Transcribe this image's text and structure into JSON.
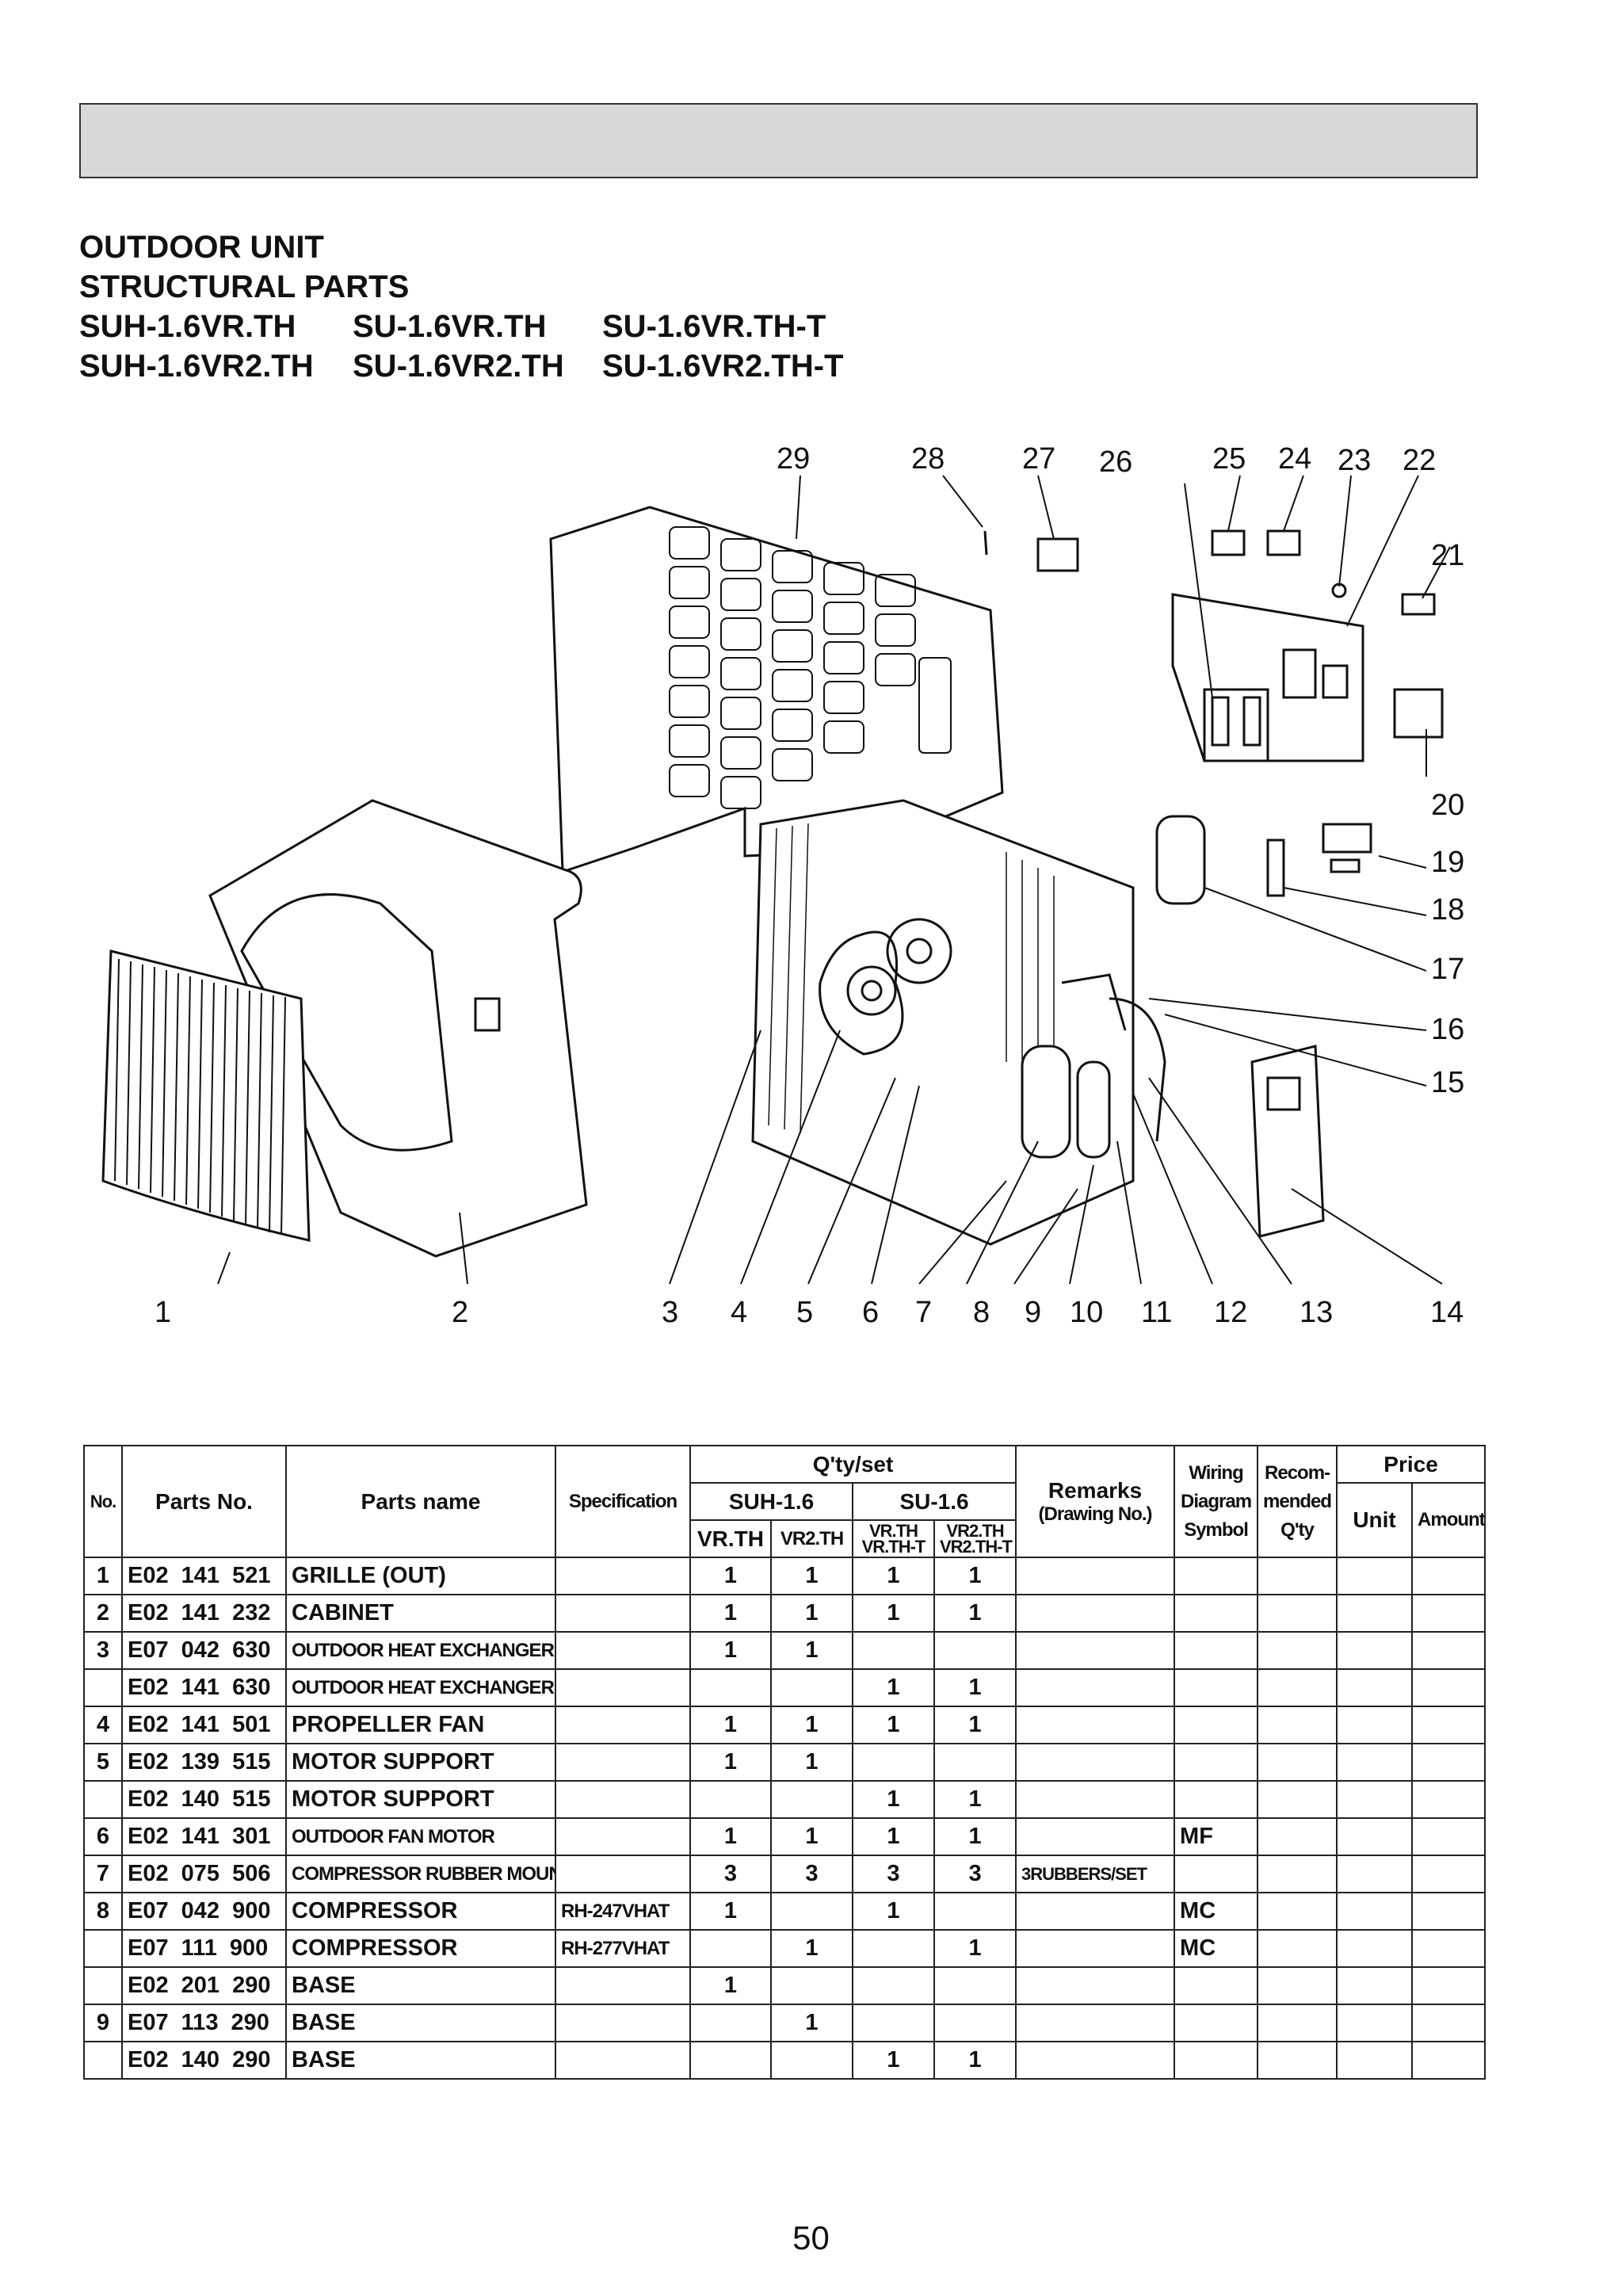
{
  "heading": {
    "line1": "OUTDOOR UNIT",
    "line2": "STRUCTURAL PARTS",
    "models_row1": [
      "SUH-1.6VR.TH",
      "SU-1.6VR.TH",
      "SU-1.6VR.TH-T"
    ],
    "models_row2": [
      "SUH-1.6VR2.TH",
      "SU-1.6VR2.TH",
      "SU-1.6VR2.TH-T"
    ]
  },
  "callouts": [
    "1",
    "2",
    "3",
    "4",
    "5",
    "6",
    "7",
    "8",
    "9",
    "10",
    "11",
    "12",
    "13",
    "14",
    "15",
    "16",
    "17",
    "18",
    "19",
    "20",
    "21",
    "22",
    "23",
    "24",
    "25",
    "26",
    "27",
    "28",
    "29"
  ],
  "table": {
    "headers": {
      "no": "No.",
      "parts_no": "Parts No.",
      "parts_name": "Parts name",
      "specification": "Specification",
      "qty_set": "Q'ty/set",
      "suh": "SUH-1.6",
      "su": "SU-1.6",
      "vr_th": "VR.TH",
      "vr2_th": "VR2.TH",
      "su_col1_a": "VR.TH",
      "su_col1_b": "VR.TH-T",
      "su_col2_a": "VR2.TH",
      "su_col2_b": "VR2.TH-T",
      "remarks": "Remarks",
      "remarks_sub": "(Drawing No.)",
      "wiring1": "Wiring",
      "wiring2": "Diagram",
      "wiring3": "Symbol",
      "recom1": "Recom-",
      "recom2": "mended",
      "recom3": "Q'ty",
      "price": "Price",
      "unit": "Unit",
      "amount": "Amount"
    },
    "rows": [
      {
        "no": "1",
        "part": "E02 141 521",
        "name": "GRILLE (OUT)",
        "spec": "",
        "q": [
          "1",
          "1",
          "1",
          "1"
        ],
        "remarks": "",
        "symbol": ""
      },
      {
        "no": "2",
        "part": "E02 141 232",
        "name": "CABINET",
        "spec": "",
        "q": [
          "1",
          "1",
          "1",
          "1"
        ],
        "remarks": "",
        "symbol": ""
      },
      {
        "no": "3",
        "part": "E07 042 630",
        "name": "OUTDOOR HEAT EXCHANGER",
        "spec": "",
        "q": [
          "1",
          "1",
          "",
          ""
        ],
        "remarks": "",
        "symbol": ""
      },
      {
        "no": "",
        "part": "E02 141 630",
        "name": "OUTDOOR HEAT EXCHANGER",
        "spec": "",
        "q": [
          "",
          "",
          "1",
          "1"
        ],
        "remarks": "",
        "symbol": ""
      },
      {
        "no": "4",
        "part": "E02 141 501",
        "name": "PROPELLER FAN",
        "spec": "",
        "q": [
          "1",
          "1",
          "1",
          "1"
        ],
        "remarks": "",
        "symbol": ""
      },
      {
        "no": "5",
        "part": "E02 139 515",
        "name": "MOTOR SUPPORT",
        "spec": "",
        "q": [
          "1",
          "1",
          "",
          ""
        ],
        "remarks": "",
        "symbol": ""
      },
      {
        "no": "",
        "part": "E02 140 515",
        "name": "MOTOR SUPPORT",
        "spec": "",
        "q": [
          "",
          "",
          "1",
          "1"
        ],
        "remarks": "",
        "symbol": ""
      },
      {
        "no": "6",
        "part": "E02 141 301",
        "name": "OUTDOOR FAN MOTOR",
        "spec": "",
        "q": [
          "1",
          "1",
          "1",
          "1"
        ],
        "remarks": "",
        "symbol": "MF"
      },
      {
        "no": "7",
        "part": "E02 075 506",
        "name": "COMPRESSOR RUBBER MOUNT",
        "spec": "",
        "q": [
          "3",
          "3",
          "3",
          "3"
        ],
        "remarks": "3RUBBERS/SET",
        "symbol": ""
      },
      {
        "no": "8",
        "part": "E07 042 900",
        "name": "COMPRESSOR",
        "spec": "RH-247VHAT",
        "q": [
          "1",
          "",
          "1",
          ""
        ],
        "remarks": "",
        "symbol": "MC"
      },
      {
        "no": "",
        "part": "E07 111 900",
        "name": "COMPRESSOR",
        "spec": "RH-277VHAT",
        "q": [
          "",
          "1",
          "",
          "1"
        ],
        "remarks": "",
        "symbol": "MC"
      },
      {
        "no": "",
        "part": "E02 201 290",
        "name": "BASE",
        "spec": "",
        "q": [
          "1",
          "",
          "",
          ""
        ],
        "remarks": "",
        "symbol": ""
      },
      {
        "no": "9",
        "part": "E07 113 290",
        "name": "BASE",
        "spec": "",
        "q": [
          "",
          "1",
          "",
          ""
        ],
        "remarks": "",
        "symbol": ""
      },
      {
        "no": "",
        "part": "E02 140 290",
        "name": "BASE",
        "spec": "",
        "q": [
          "",
          "",
          "1",
          "1"
        ],
        "remarks": "",
        "symbol": ""
      }
    ]
  },
  "page_number": "50"
}
